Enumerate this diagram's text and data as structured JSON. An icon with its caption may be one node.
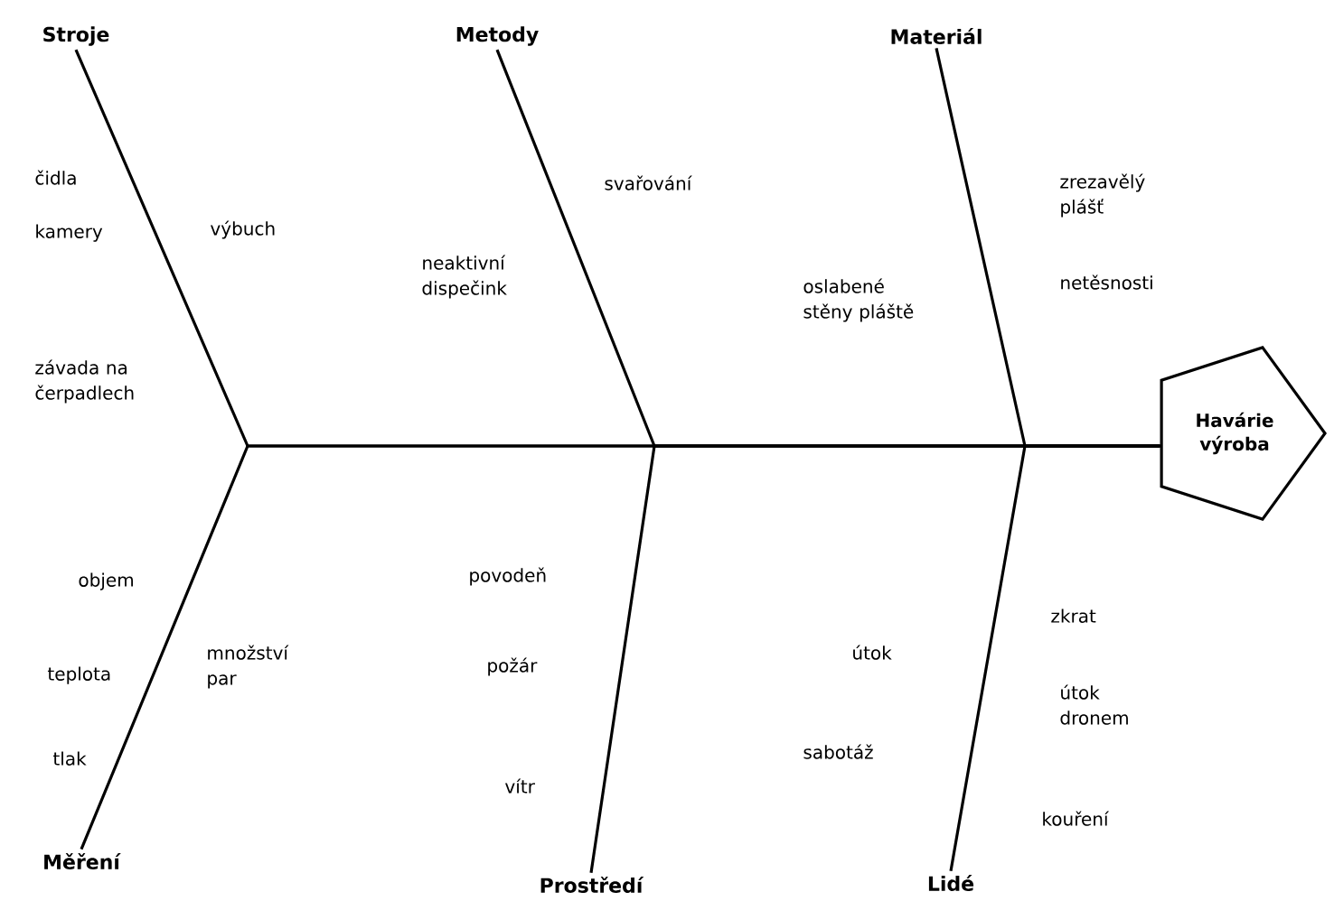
{
  "diagram": {
    "nodes": [
      {
        "text": [
          "Havárie výroba"
        ]
      },
      {
        "text": [
          "Stroje"
        ]
      },
      {
        "text": [
          "Metody"
        ]
      },
      {
        "text": [
          "Materiál"
        ]
      },
      {
        "text": [
          "Měření"
        ]
      },
      {
        "text": [
          "Prostředí"
        ]
      },
      {
        "text": [
          "Lidé"
        ]
      }
    ],
    "edges": [
      {
        "from": 1,
        "to": 0,
        "arrow": "none"
      },
      {
        "from": 2,
        "to": 0,
        "arrow": "none"
      },
      {
        "from": 3,
        "to": 0,
        "arrow": "none"
      },
      {
        "from": 4,
        "to": 0,
        "arrow": "none"
      },
      {
        "from": 5,
        "to": 0,
        "arrow": "none"
      },
      {
        "from": 6,
        "to": 0,
        "arrow": "none"
      }
    ],
    "labels": [
      "čidla",
      "zrezavělý plášť",
      "svařování",
      "výbuch",
      "kamery",
      "neaktivní dispečink",
      "netěsnosti",
      "oslabené stěny pláště",
      "závada na čerpadlech",
      "povodeň",
      "objem",
      "zkrat",
      "útok",
      "požár",
      "množství par",
      "teplota",
      "útok dronem",
      "sabotáž",
      "tlak",
      "vítr",
      "kouření"
    ]
  }
}
